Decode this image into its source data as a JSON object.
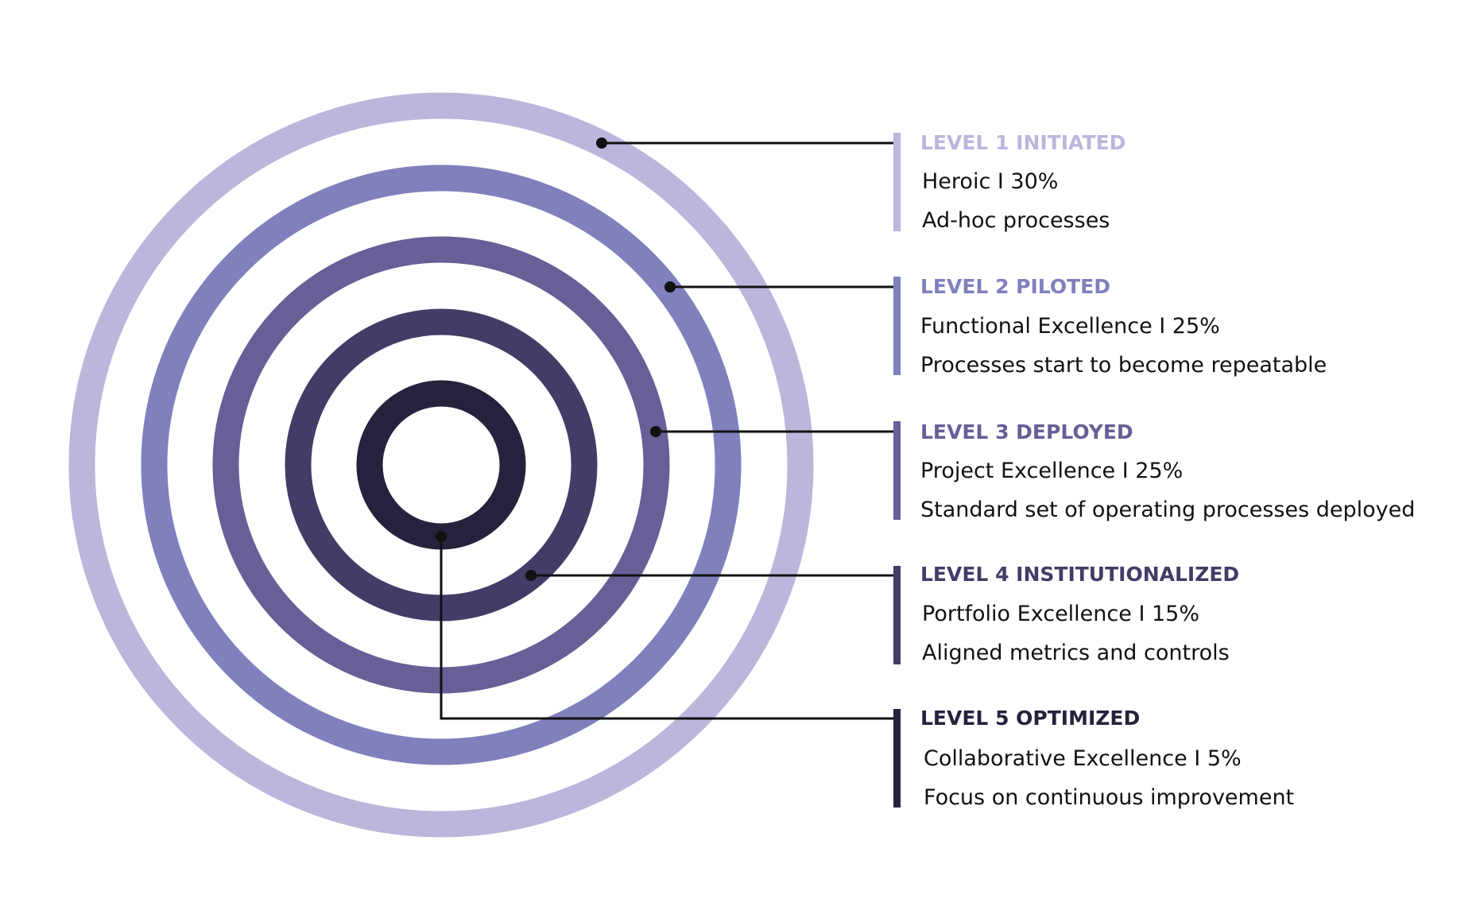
{
  "levels": [
    {
      "title": "LEVEL 1 INITIATED",
      "line1": "Heroic I 30%",
      "line2": "Ad-hoc processes",
      "color": "#bdb5db"
    },
    {
      "title": "LEVEL 2 PILOTED",
      "line1": "Functional Excellence I 25%",
      "line2": "Processes start to become repeatable",
      "color": "#7f80bc"
    },
    {
      "title": "LEVEL 3 DEPLOYED",
      "line1": "Project Excellence I 25%",
      "line2": "Standard set of operating processes deployed",
      "color": "#675f96"
    },
    {
      "title": "LEVEL 4 INSTITUTIONALIZED",
      "line1": "Portfolio Excellence I 15%",
      "line2": "Aligned metrics and controls",
      "color": "#433c67"
    },
    {
      "title": "LEVEL 5 OPTIMIZED",
      "line1": "Collaborative Excellence I 5%",
      "line2": "Focus on continuous improvement",
      "color": "#26223d"
    }
  ],
  "connector_color": "#111111"
}
